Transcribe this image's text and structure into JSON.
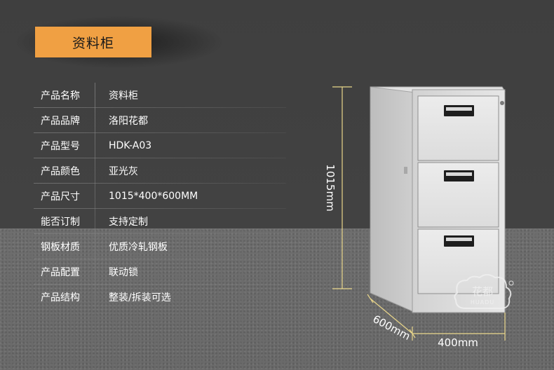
{
  "title": "资料柜",
  "specs": [
    {
      "label": "产品名称",
      "value": "资料柜"
    },
    {
      "label": "产品品牌",
      "value": "洛阳花都"
    },
    {
      "label": "产品型号",
      "value": "HDK-A03"
    },
    {
      "label": "产品颜色",
      "value": "亚光灰"
    },
    {
      "label": "产品尺寸",
      "value": "1015*400*600MM"
    },
    {
      "label": "能否订制",
      "value": "支持定制"
    },
    {
      "label": "钢板材质",
      "value": "优质冷轧钢板"
    },
    {
      "label": "产品配置",
      "value": "联动锁"
    },
    {
      "label": "产品结构",
      "value": "整装/拆装可选"
    }
  ],
  "dimensions": {
    "height": "1015mm",
    "depth": "600mm",
    "width": "400mm"
  },
  "logo": {
    "cn": "花都",
    "en": "HUADU"
  },
  "colors": {
    "banner": "#f0a043",
    "dimension_line": "#e8d58a",
    "cabinet": "#dcdcdc"
  }
}
